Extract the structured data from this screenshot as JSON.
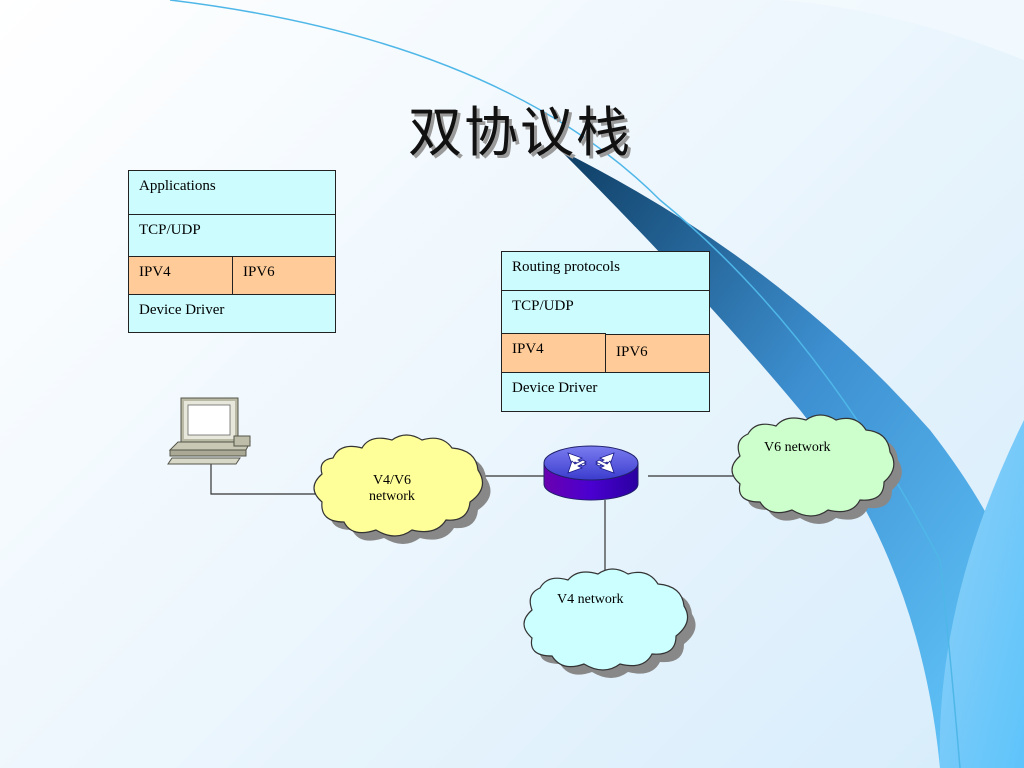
{
  "title": "双协议栈",
  "host_stack": {
    "applications": "Applications",
    "transport": "TCP/UDP",
    "ipv4": "IPV4",
    "ipv6": "IPV6",
    "driver": "Device Driver"
  },
  "router_stack": {
    "routing": "Routing protocols",
    "transport": "TCP/UDP",
    "ipv4": "IPV4",
    "ipv6": "IPV6",
    "driver": "Device Driver"
  },
  "clouds": {
    "dual_line1": "V4/V6",
    "dual_line2": "network",
    "v6": "V6 network",
    "v4": "V4 network"
  },
  "colors": {
    "stack_fill": "#ccfcfe",
    "ip_fill": "#ffcc99",
    "dual_cloud": "#ffff99",
    "v6_cloud": "#ccffcc",
    "v4_cloud": "#ccffff",
    "router": "#3333cc"
  },
  "icons": [
    "computer-icon",
    "router-icon"
  ]
}
